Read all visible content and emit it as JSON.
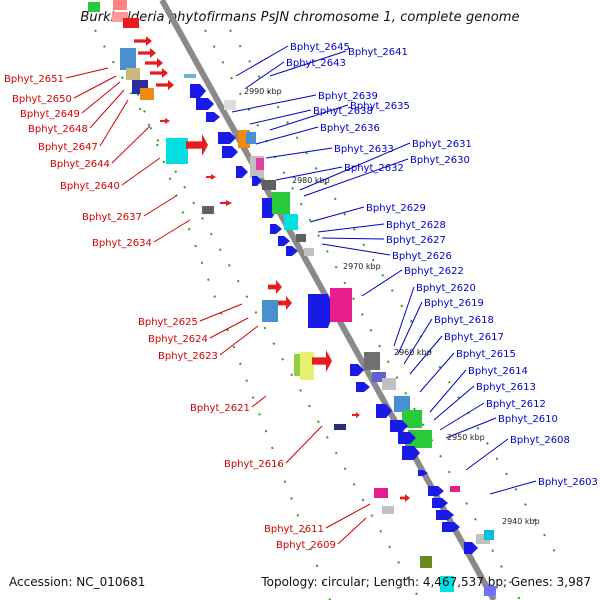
{
  "title": "Burkholderia phytofirmans PsJN chromosome 1, complete genome",
  "accession_text": "Accession: NC_010681",
  "meta": {
    "topology": "Topology: circular;",
    "length": "Length: 4,467,537 bp;",
    "genes": "Genes: 3,987"
  },
  "colors": {
    "left_label": "#d40000",
    "right_label": "#0000cc",
    "backbone": "#888888",
    "gene_forward": "#1515e0",
    "gene_reverse": "#e01515"
  },
  "kbp_markers": [
    "2990 kbp",
    "2980 kbp",
    "2970 kbp",
    "2960 kbp",
    "2950 kbp",
    "2940 kbp"
  ],
  "left_genes": [
    "Bphyt_2651",
    "Bphyt_2650",
    "Bphyt_2649",
    "Bphyt_2648",
    "Bphyt_2647",
    "Bphyt_2644",
    "Bphyt_2640",
    "Bphyt_2637",
    "Bphyt_2634",
    "Bphyt_2625",
    "Bphyt_2624",
    "Bphyt_2623",
    "Bphyt_2621",
    "Bphyt_2616",
    "Bphyt_2611",
    "Bphyt_2609"
  ],
  "right_genes": [
    "Bphyt_2645",
    "Bphyt_2641",
    "Bphyt_2643",
    "Bphyt_2639",
    "Bphyt_2638",
    "Bphyt_2635",
    "Bphyt_2636",
    "Bphyt_2633",
    "Bphyt_2631",
    "Bphyt_2630",
    "Bphyt_2632",
    "Bphyt_2629",
    "Bphyt_2628",
    "Bphyt_2627",
    "Bphyt_2626",
    "Bphyt_2622",
    "Bphyt_2620",
    "Bphyt_2619",
    "Bphyt_2618",
    "Bphyt_2617",
    "Bphyt_2615",
    "Bphyt_2614",
    "Bphyt_2613",
    "Bphyt_2612",
    "Bphyt_2610",
    "Bphyt_2608",
    "Bphyt_2603"
  ]
}
